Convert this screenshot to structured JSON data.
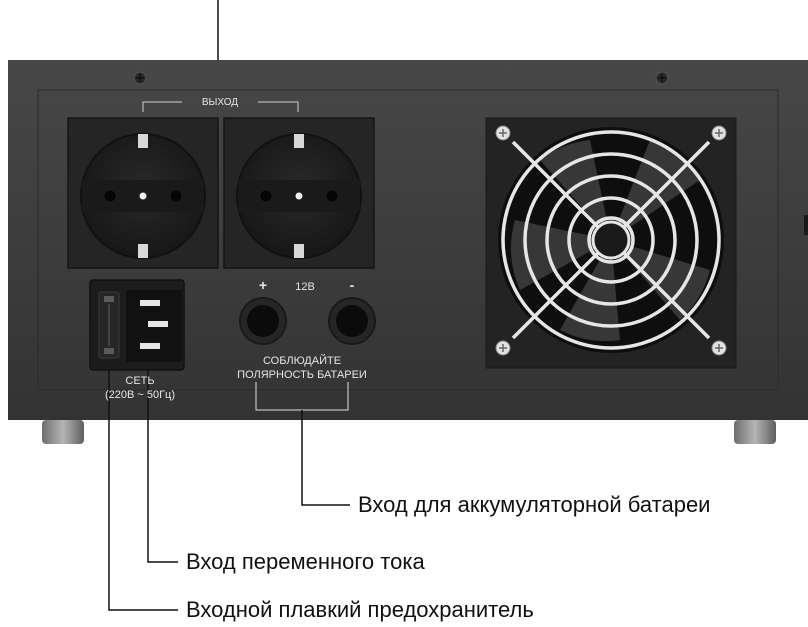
{
  "panel": {
    "output_label": "ВЫХОД",
    "voltage_12v_label": "12В",
    "plus_label": "+",
    "minus_label": "-",
    "mains_label_line1": "СЕТЬ",
    "mains_label_line2": "(220В ~ 50Гц)",
    "polarity_line1": "СОБЛЮДАЙТЕ",
    "polarity_line2": "ПОЛЯРНОСТЬ БАТАРЕИ"
  },
  "callouts": {
    "battery_input": "Вход для аккумуляторной батареи",
    "ac_input": "Вход переменного тока",
    "fuse": "Входной плавкий предохранитель"
  },
  "colors": {
    "chassis": "#3a3a3a",
    "chassis_dark": "#2b2b2b",
    "socket": "#1f1f1f",
    "metal": "#c9c9c9",
    "line": "#111111"
  }
}
